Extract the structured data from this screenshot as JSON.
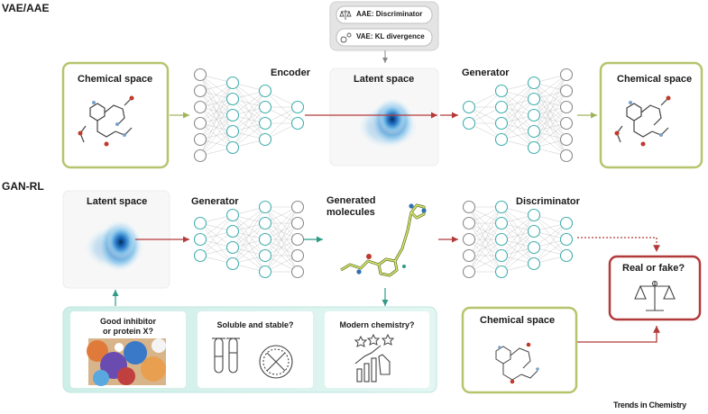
{
  "sections": {
    "top": "VAE/AAE",
    "bottom": "GAN-RL"
  },
  "top_row": {
    "chemical_space_left": "Chemical space",
    "encoder": "Encoder",
    "latent_space": "Latent space",
    "generator": "Generator",
    "chemical_space_right": "Chemical space"
  },
  "legend_box": {
    "aae": "AAE: Discriminator",
    "vae": "VAE: KL divergence"
  },
  "bottom_row": {
    "latent_space": "Latent space",
    "generator": "Generator",
    "generated_line1": "Generated",
    "generated_line2": "molecules",
    "discriminator": "Discriminator",
    "real_or_fake": "Real or fake?",
    "chemical_space": "Chemical space"
  },
  "rewards": {
    "inhibitor_line1": "Good inhibitor",
    "inhibitor_line2": "or protein X?",
    "soluble": "Soluble and stable?",
    "modern": "Modern chemistry?"
  },
  "footer": "Trends in Chemistry",
  "colors": {
    "green_frame": "#b5c56d",
    "red_frame": "#b23a3a",
    "teal_panel": "#d7f1ec",
    "node_teal": "#43aeb0",
    "node_gray": "#8a8a8a"
  }
}
